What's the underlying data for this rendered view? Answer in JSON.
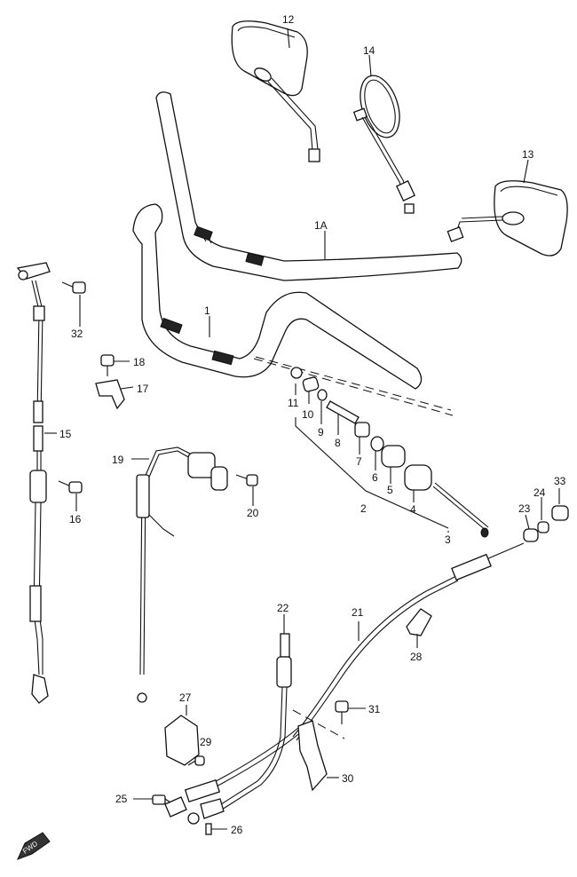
{
  "diagram": {
    "fwd_label": "FWD",
    "labels": {
      "l1": "1",
      "l1a": "1A",
      "l2": "2",
      "l3": "3",
      "l4": "4",
      "l5": "5",
      "l6": "6",
      "l7": "7",
      "l8": "8",
      "l9": "9",
      "l10": "10",
      "l11": "11",
      "l12": "12",
      "l13": "13",
      "l14": "14",
      "l15": "15",
      "l16": "16",
      "l17": "17",
      "l18": "18",
      "l19": "19",
      "l20": "20",
      "l21": "21",
      "l22": "22",
      "l23": "23",
      "l24": "24",
      "l25": "25",
      "l26": "26",
      "l27": "27",
      "l28": "28",
      "l29": "29",
      "l30": "30",
      "l31": "31",
      "l32": "32",
      "l33": "33"
    }
  }
}
